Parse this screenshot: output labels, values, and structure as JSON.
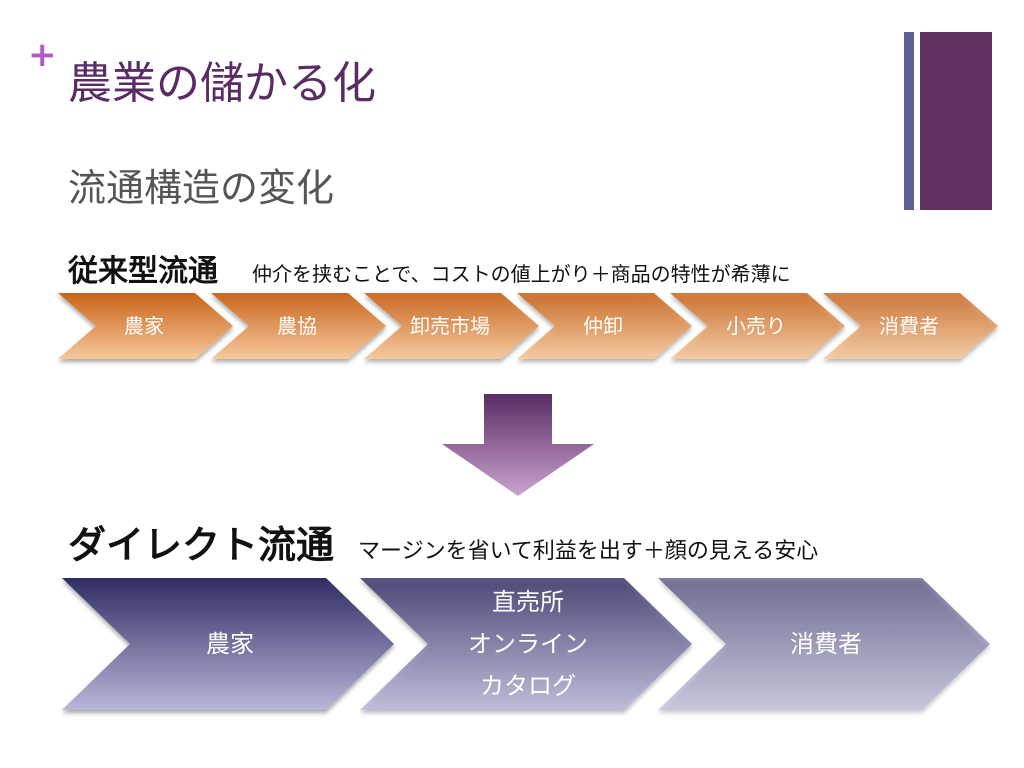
{
  "slide": {
    "plus": "+",
    "title": "農業の儲かる化",
    "subtitle": "流通構造の変化"
  },
  "traditional": {
    "heading": "従来型流通",
    "description": "仲介を挟むことで、コストの値上がり＋商品の特性が希薄に",
    "steps": [
      "農家",
      "農協",
      "卸売市場",
      "仲卸",
      "小売り",
      "消費者"
    ]
  },
  "direct": {
    "heading": "ダイレクト流通",
    "description": "マージンを省いて利益を出す＋顔の見える安心",
    "steps": [
      {
        "lines": [
          "農家"
        ]
      },
      {
        "lines": [
          "直売所",
          "オンライン",
          "カタログ"
        ]
      },
      {
        "lines": [
          "消費者"
        ]
      }
    ]
  },
  "colors": {
    "title": "#5a2b64",
    "orange_top": "#c9631a",
    "orange_bottom": "#f7c89a",
    "purple_dark": "#2f2d63",
    "purple_light": "#b8b6d8",
    "arrow": "#6b3a78",
    "deco_thin": "#5b5f96",
    "deco_thick": "#62305e"
  },
  "icons": {
    "transition": "down-arrow-icon"
  }
}
